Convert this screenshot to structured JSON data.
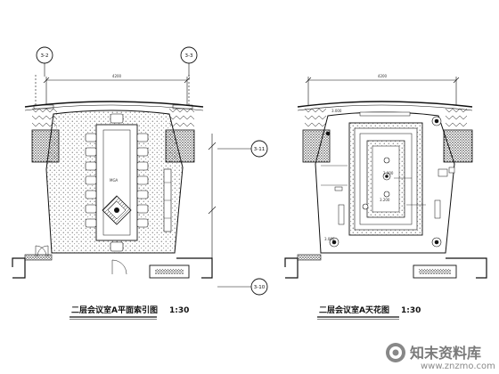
{
  "left_plan": {
    "title": "二层会议室A平面索引图",
    "scale": "1:30",
    "dimension": "4200",
    "section_tags": [
      "3-2",
      "3-3",
      "3-11",
      "3-10"
    ],
    "room_label": "MGA"
  },
  "right_plan": {
    "title": "二层会议室A天花图",
    "scale": "1:30",
    "dimension": "4200",
    "ceiling_heights": [
      "3.000",
      "2.900",
      "3.200",
      "3.000"
    ]
  },
  "watermark": {
    "brand": "知末资料库",
    "url": "www.znzmo.com"
  }
}
